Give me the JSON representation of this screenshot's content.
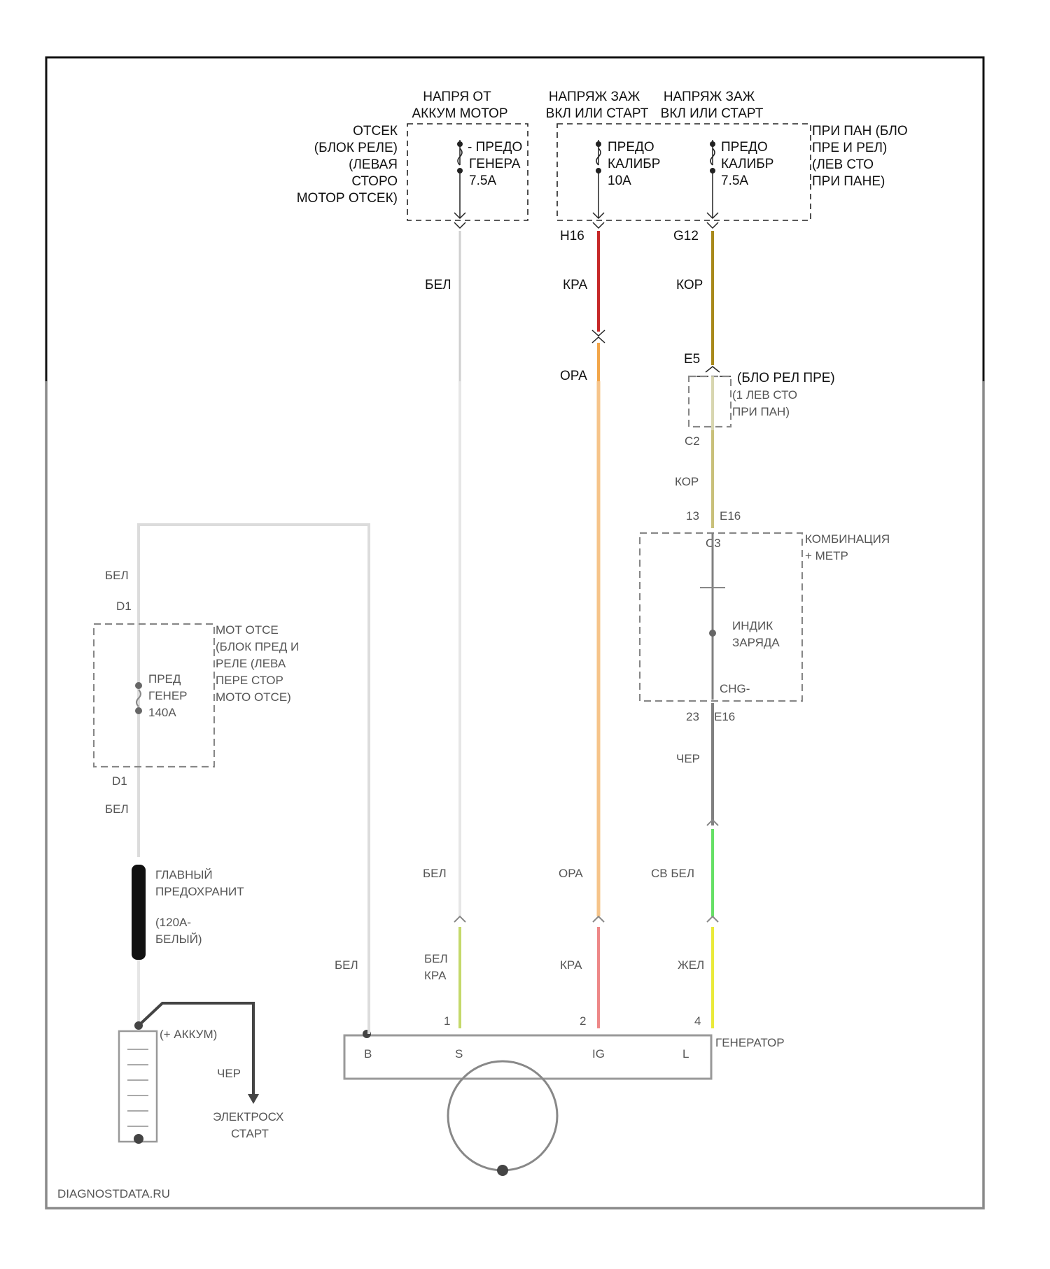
{
  "colors": {
    "wire_white": "#cfcfcf",
    "wire_red": "#c62828",
    "wire_brown": "#a8891a",
    "wire_orange": "#f2a64a",
    "wire_yellowbrown": "#c9c07a",
    "wire_gray": "#808080",
    "wire_green": "#66e066",
    "wire_yellow": "#eaea3a",
    "wire_lightgreen": "#c4d96a",
    "wire_pink": "#ee8888",
    "wire_dark": "#444444",
    "frame": "#111111",
    "frame_faded": "#8a8a8a"
  },
  "labels": {
    "voltage_battery": [
      "НАПРЯ ОТ",
      "АККУМ МОТОР"
    ],
    "voltage_ign1": [
      "НАПРЯЖ ЗАЖ",
      "ВКЛ ИЛИ СТАРТ"
    ],
    "voltage_ign2": [
      "НАПРЯЖ ЗАЖ",
      "ВКЛ ИЛИ СТАРТ"
    ],
    "engine_relay_box": [
      "ОТСЕК",
      "(БЛОК РЕЛЕ)",
      "(ЛЕВАЯ",
      "СТОРО",
      "МОТОР ОТСЕК)"
    ],
    "panel_relay_box": [
      "ПРИ ПАН (БЛО",
      "ПРЕ И РЕЛ)",
      "(ЛЕВ СТО",
      "ПРИ ПАНЕ)"
    ],
    "fuse1": [
      "- ПРЕДО",
      "ГЕНЕРА",
      "7.5A"
    ],
    "fuse2": [
      "ПРЕДО",
      "КАЛИБР",
      "10A"
    ],
    "fuse3": [
      "ПРЕДО",
      "КАЛИБР",
      "7.5A"
    ],
    "h16": "H16",
    "g12": "G12",
    "wire_bel_top": "БЕЛ",
    "wire_kra_top": "КРА",
    "wire_kor_top": "КОР",
    "e5": "E5",
    "wire_ora_top": "ОРА",
    "relay_block_label": "(БЛО РЕЛ ПРЕ)",
    "blur_lev_sto": "(1 ЛЕВ СТО",
    "blur_pri_pane": "ПРИ ПАН)",
    "blur_c1": "С2",
    "blur_kor2": "КОР",
    "blur_e16_pin": "13",
    "blur_e16": "E16",
    "blur_c3": "С3",
    "blur_combination": [
      "КОМБИНАЦИЯ",
      "+ МЕТР"
    ],
    "blur_indicator": [
      "ИНДИК",
      "ЗАРЯДА"
    ],
    "blur_chg": "CHG-",
    "blur_pin23": "23",
    "blur_e16b": "E16",
    "blur_cher": "ЧЕР",
    "blur_bel_left": "БЕЛ",
    "blur_pin_d1": "D1",
    "blur_engine_box2": [
      "МОТ ОТСЕ",
      "(БЛОК ПРЕД И",
      "РЕЛЕ (ЛЕВА",
      "ПЕРЕ СТОР",
      "МОТО ОТСЕ)"
    ],
    "blur_fuse_main": [
      "ПРЕД",
      "ГЕНЕР",
      "140A"
    ],
    "blur_pin_d1b": "D1",
    "blur_bel_left2": "БЕЛ",
    "blur_main_fuse": [
      "ГЛАВНЫЙ",
      "ПРЕДОХРАНИТ"
    ],
    "blur_main_fuse2": [
      "(120A-",
      "БЕЛЫЙ)"
    ],
    "blur_battery": "(+ АККУМ)",
    "blur_cher2": "ЧЕР",
    "blur_starter": [
      "ЭЛЕКТРОСХ",
      "СТАРТ"
    ],
    "blur_bel_gen": "БЕЛ",
    "blur_bel_wire": "БЕЛ",
    "blur_ora_wire": "ОРА",
    "blur_sv_bel": "СВ БЕЛ",
    "blur_bel_kra": [
      "БЕЛ",
      "КРА"
    ],
    "blur_kra2": "КРА",
    "blur_zhel": "ЖЕЛ",
    "blur_pin1": "1",
    "blur_pin2": "2",
    "blur_pin4": "4",
    "blur_generator": "ГЕНЕРАТОР",
    "blur_term_b": "B",
    "blur_term_s": "S",
    "blur_term_ig": "IG",
    "blur_term_l": "L",
    "watermark": "DIAGNOSTDATA.RU"
  }
}
